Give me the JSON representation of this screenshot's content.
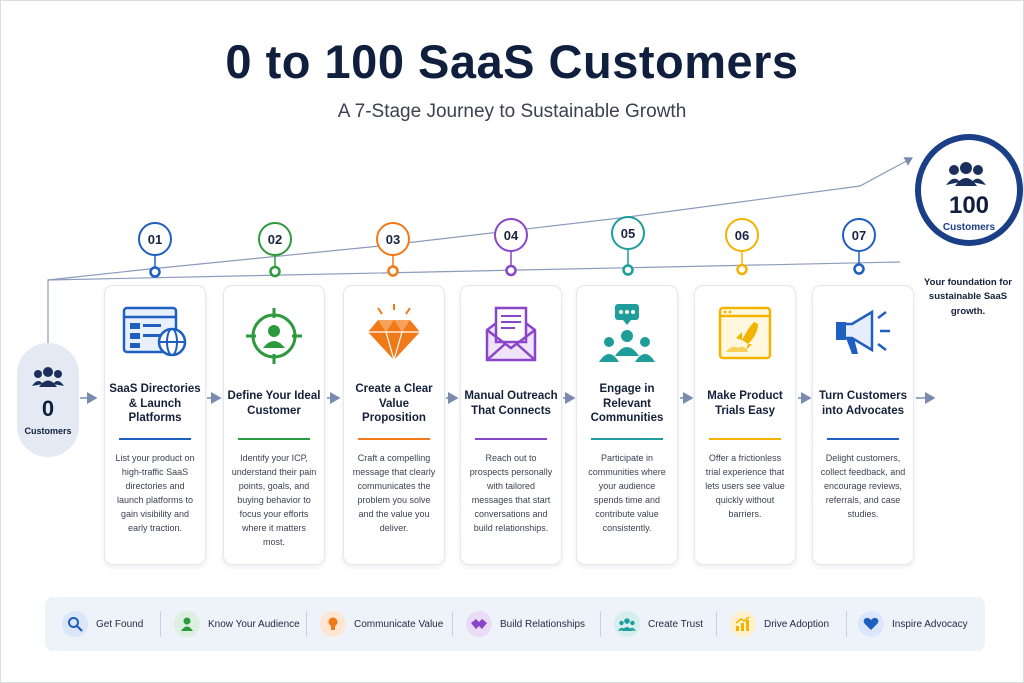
{
  "header": {
    "title": "0 to 100 SaaS Customers",
    "subtitle": "A 7-Stage Journey to Sustainable Growth"
  },
  "start": {
    "number": "0",
    "label": "Customers"
  },
  "end": {
    "number": "100",
    "label": "Customers",
    "note": "Your foundation for sustainable SaaS growth."
  },
  "stages": [
    {
      "num": "01",
      "title": "SaaS Directories & Launch Platforms",
      "desc": "List your product on high-traffic SaaS directories and launch platforms to gain visibility and early traction.",
      "color": "#1f5fbf",
      "icon": "browser-globe-icon"
    },
    {
      "num": "02",
      "title": "Define Your Ideal Customer",
      "desc": "Identify your ICP, understand their pain points, goals, and buying behavior to focus your efforts where it matters most.",
      "color": "#2e9a3e",
      "icon": "target-person-icon"
    },
    {
      "num": "03",
      "title": "Create a Clear Value Proposition",
      "desc": "Craft a compelling message that clearly communicates the problem you solve and the value you deliver.",
      "color": "#f07a1a",
      "icon": "diamond-icon"
    },
    {
      "num": "04",
      "title": "Manual Outreach That Connects",
      "desc": "Reach out to prospects personally with tailored messages that start conversations and build relationships.",
      "color": "#8a45c8",
      "icon": "envelope-icon"
    },
    {
      "num": "05",
      "title": "Engage in Relevant Communities",
      "desc": "Participate in communities where your audience spends time and contribute value consistently.",
      "color": "#1e9e9b",
      "icon": "community-icon"
    },
    {
      "num": "06",
      "title": "Make Product Trials Easy",
      "desc": "Offer a frictionless trial experience that lets users see value quickly without barriers.",
      "color": "#f2b400",
      "icon": "rocket-window-icon"
    },
    {
      "num": "07",
      "title": "Turn Customers into Advocates",
      "desc": "Delight customers, collect feedback, and encourage reviews, referrals, and case studies.",
      "color": "#1f5fbf",
      "icon": "megaphone-icon"
    }
  ],
  "legend": [
    {
      "label": "Get Found",
      "icon": "search-icon",
      "color": "#1f5fbf",
      "bg": "#dbe6fa"
    },
    {
      "label": "Know Your Audience",
      "icon": "person-icon",
      "color": "#2e9a3e",
      "bg": "#dcf0df"
    },
    {
      "label": "Communicate Value",
      "icon": "lightbulb-icon",
      "color": "#f07a1a",
      "bg": "#fde6d3"
    },
    {
      "label": "Build Relationships",
      "icon": "handshake-icon",
      "color": "#8a45c8",
      "bg": "#eadcf7"
    },
    {
      "label": "Create Trust",
      "icon": "group-icon",
      "color": "#1e9e9b",
      "bg": "#d6efee"
    },
    {
      "label": "Drive Adoption",
      "icon": "growth-chart-icon",
      "color": "#f2b400",
      "bg": "#fcf1cc"
    },
    {
      "label": "Inspire Advocacy",
      "icon": "heart-icon",
      "color": "#1f5fbf",
      "bg": "#dbe6fa"
    }
  ]
}
